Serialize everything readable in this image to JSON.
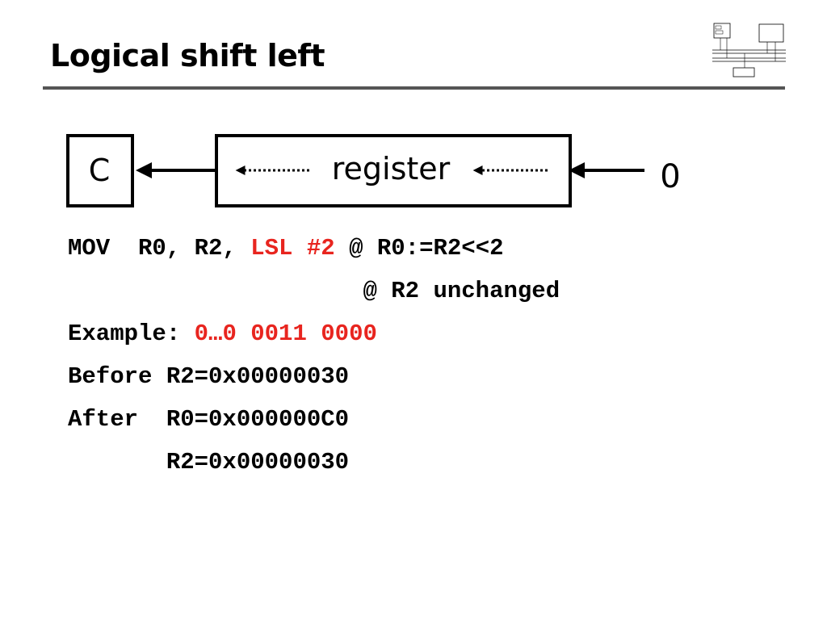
{
  "title": "Logical shift left",
  "diagram": {
    "carry_label": "C",
    "register_label": "register",
    "input_label": "0"
  },
  "code": {
    "line1": {
      "instr": "MOV  R0, R2, ",
      "highlight": "LSL #2",
      "comment": " @ R0:=R2<<2"
    },
    "line2": {
      "comment": "                     @ R2 unchanged"
    },
    "line3": {
      "label": "Example: ",
      "value": "0…0 0011 0000"
    },
    "line4": "Before R2=0x00000030",
    "line5": "After  R0=0x000000C0",
    "line6": "       R2=0x00000030"
  },
  "colors": {
    "highlight": "#e8251f",
    "rule": "#555555"
  }
}
